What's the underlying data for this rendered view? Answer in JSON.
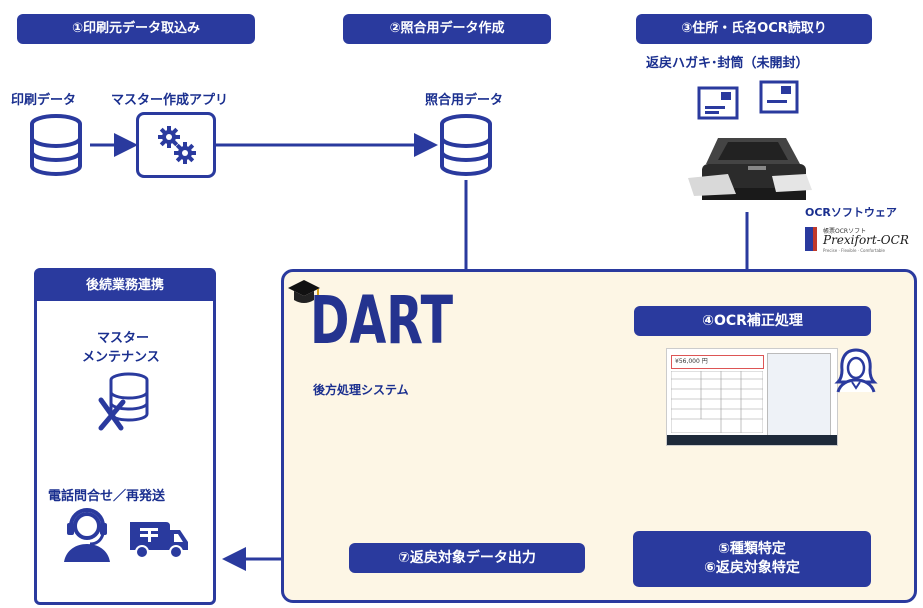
{
  "steps": {
    "step1": "①印刷元データ取込み",
    "step2": "②照合用データ作成",
    "step3": "③住所・氏名OCR読取り",
    "step3_sub": "返戻ハガキ･封筒（未開封）",
    "step4": "④OCR補正処理",
    "step5_line1": "⑤種類特定",
    "step5_line2": "⑥返戻対象特定",
    "step7": "⑦返戻対象データ出力"
  },
  "labels": {
    "print_data": "印刷データ",
    "master_app": "マスター作成アプリ",
    "collation_data": "照合用データ",
    "ocr_software": "OCRソフトウェア"
  },
  "prexifort": {
    "small": "帳票OCRソフト",
    "name": "Prexifort-OCR",
    "tagline": "Precise · Flexible · Comfortable"
  },
  "dart": {
    "title": "DART",
    "subtitle": "後方処理システム"
  },
  "follow": {
    "header": "後続業務連携",
    "master_line1": "マスター",
    "master_line2": "メンテナンス",
    "phone": "電話問合せ／再発送"
  },
  "screen": {
    "amount": "¥56,000 円"
  },
  "colors": {
    "primary": "#2a3a9e",
    "panel_bg": "#fdf6e5"
  }
}
